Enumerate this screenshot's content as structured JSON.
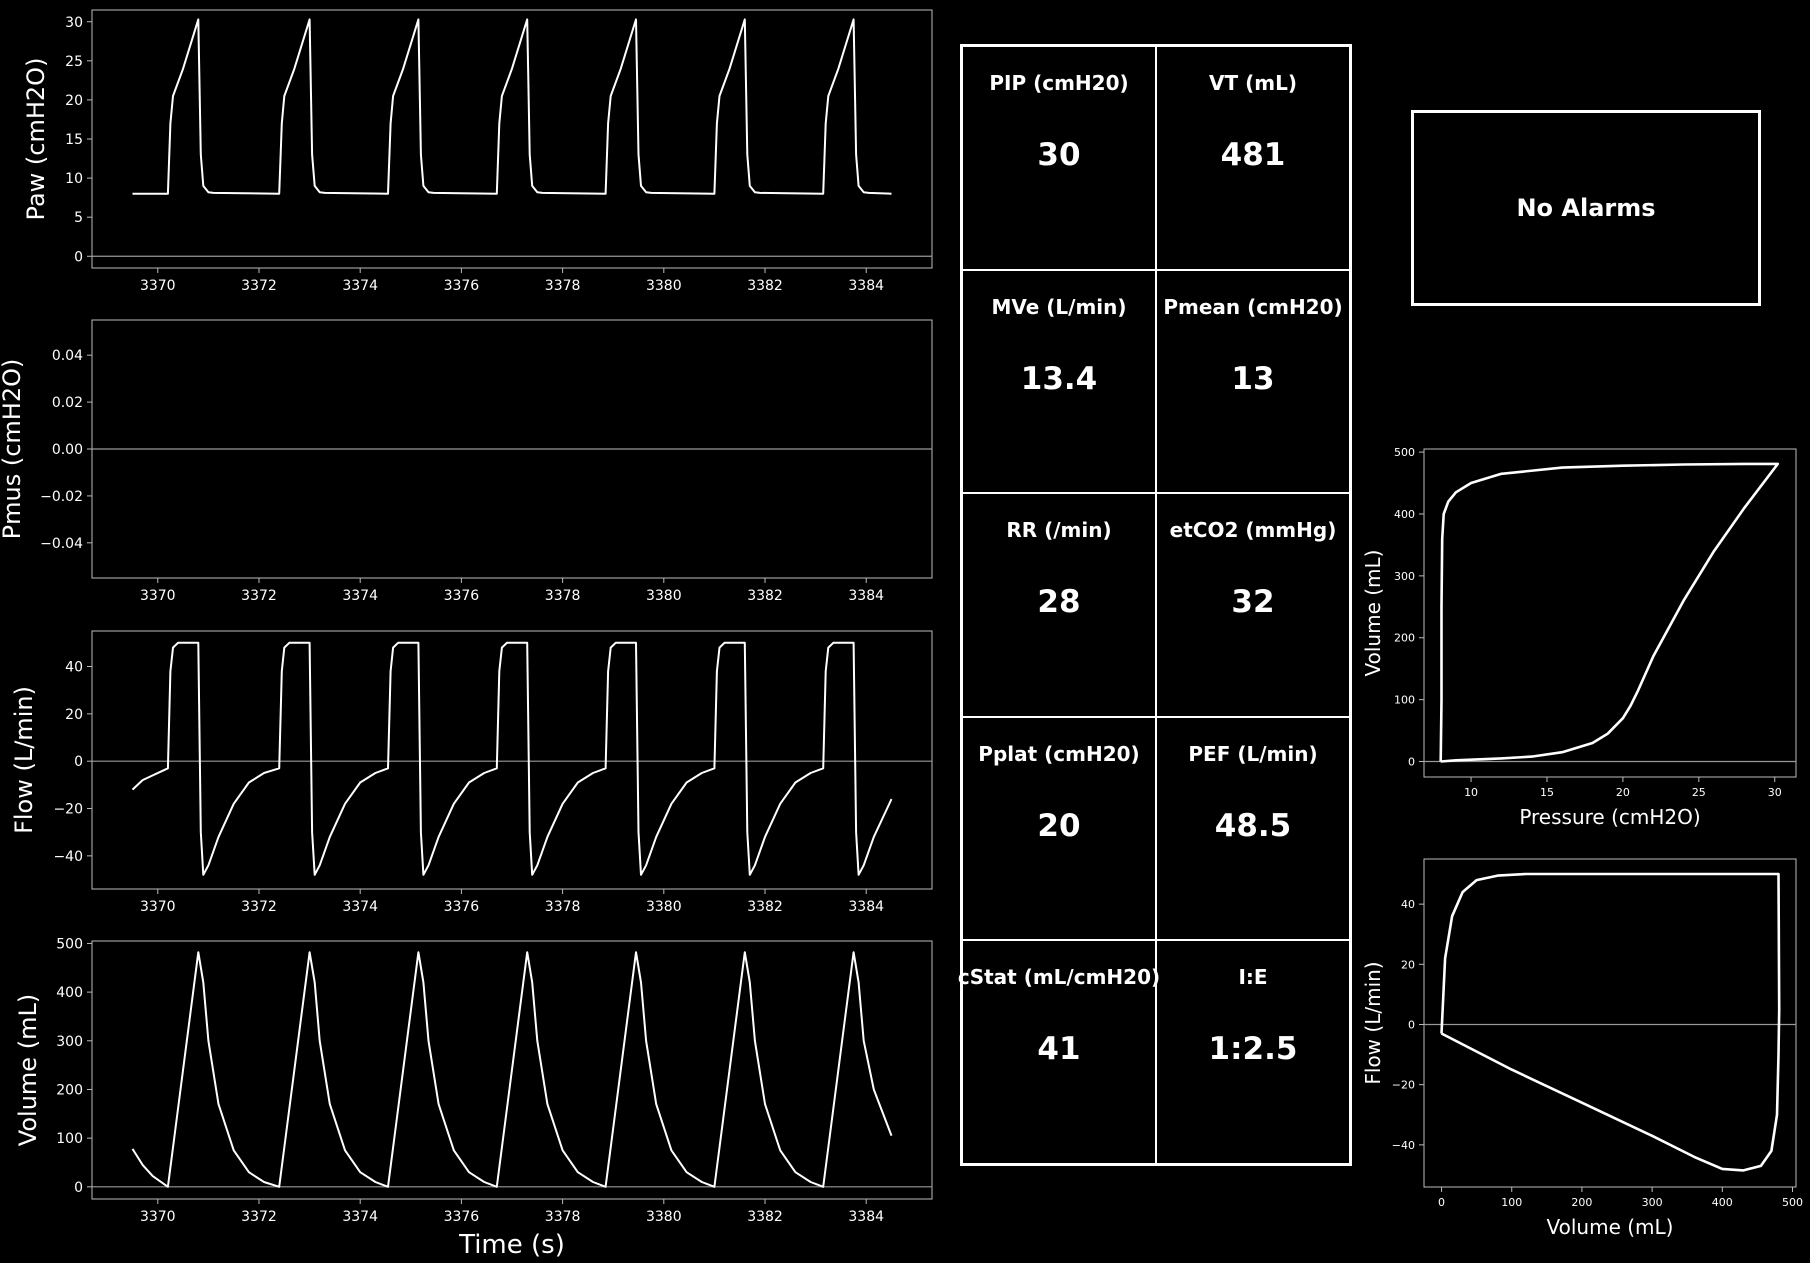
{
  "colors": {
    "background": "#000000",
    "foreground": "#ffffff",
    "axis": "#bbbbbb"
  },
  "alarm": {
    "text": "No Alarms"
  },
  "metrics": [
    {
      "label": "PIP (cmH20)",
      "value": "30"
    },
    {
      "label": "VT (mL)",
      "value": "481"
    },
    {
      "label": "MVe (L/min)",
      "value": "13.4"
    },
    {
      "label": "Pmean (cmH20)",
      "value": "13"
    },
    {
      "label": "RR (/min)",
      "value": "28"
    },
    {
      "label": "etCO2 (mmHg)",
      "value": "32"
    },
    {
      "label": "Pplat (cmH20)",
      "value": "20"
    },
    {
      "label": "PEF (L/min)",
      "value": "48.5"
    },
    {
      "label": "cStat (mL/cmH20)",
      "value": "41"
    },
    {
      "label": "I:E",
      "value": "1:2.5"
    }
  ],
  "chart_data": [
    {
      "id": "paw",
      "type": "line",
      "ylabel": "Paw (cmH2O)",
      "xlabel": "",
      "xlim": [
        3368.7,
        3385.3
      ],
      "ylim": [
        -1.5,
        31.5
      ],
      "xticks": [
        3370,
        3372,
        3374,
        3376,
        3378,
        3380,
        3382,
        3384
      ],
      "yticks": [
        0,
        5,
        10,
        15,
        20,
        25,
        30
      ],
      "zero_line": true,
      "x": [
        3369.5,
        3370.2,
        3370.25,
        3370.3,
        3370.5,
        3370.8,
        3370.85,
        3370.9,
        3371.0,
        3371.1,
        3372.4,
        3372.45,
        3372.5,
        3372.7,
        3373.0,
        3373.05,
        3373.1,
        3373.2,
        3373.3,
        3374.55,
        3374.6,
        3374.65,
        3374.85,
        3375.15,
        3375.2,
        3375.25,
        3375.35,
        3375.45,
        3376.7,
        3376.75,
        3376.8,
        3377.0,
        3377.3,
        3377.35,
        3377.4,
        3377.5,
        3377.6,
        3378.85,
        3378.9,
        3378.95,
        3379.15,
        3379.45,
        3379.5,
        3379.55,
        3379.65,
        3379.75,
        3381.0,
        3381.05,
        3381.1,
        3381.3,
        3381.6,
        3381.65,
        3381.7,
        3381.8,
        3381.9,
        3383.15,
        3383.2,
        3383.25,
        3383.45,
        3383.75,
        3383.8,
        3383.85,
        3383.95,
        3384.05,
        3384.5
      ],
      "y": [
        8,
        8,
        17,
        20.5,
        24,
        30.3,
        13,
        9,
        8.2,
        8.1,
        8,
        17,
        20.5,
        24,
        30.3,
        13,
        9,
        8.2,
        8.1,
        8,
        17,
        20.5,
        24,
        30.3,
        13,
        9,
        8.2,
        8.1,
        8,
        17,
        20.5,
        24,
        30.3,
        13,
        9,
        8.2,
        8.1,
        8,
        17,
        20.5,
        24,
        30.3,
        13,
        9,
        8.2,
        8.1,
        8,
        17,
        20.5,
        24,
        30.3,
        13,
        9,
        8.2,
        8.1,
        8,
        17,
        20.5,
        24,
        30.3,
        13,
        9,
        8.2,
        8.1,
        8
      ]
    },
    {
      "id": "pmus",
      "type": "line",
      "ylabel": "Pmus (cmH2O)",
      "xlabel": "",
      "xlim": [
        3368.7,
        3385.3
      ],
      "ylim": [
        -0.055,
        0.055
      ],
      "xticks": [
        3370,
        3372,
        3374,
        3376,
        3378,
        3380,
        3382,
        3384
      ],
      "yticks": [
        -0.04,
        -0.02,
        0.0,
        0.02,
        0.04
      ],
      "ytick_labels": [
        "−0.04",
        "−0.02",
        "0.00",
        "0.02",
        "0.04"
      ],
      "zero_line": true,
      "x": [],
      "y": []
    },
    {
      "id": "flow",
      "type": "line",
      "ylabel": "Flow (L/min)",
      "xlabel": "",
      "xlim": [
        3368.7,
        3385.3
      ],
      "ylim": [
        -54,
        55
      ],
      "xticks": [
        3370,
        3372,
        3374,
        3376,
        3378,
        3380,
        3382,
        3384
      ],
      "yticks": [
        -40,
        -20,
        0,
        20,
        40
      ],
      "ytick_labels": [
        "−40",
        "−20",
        "0",
        "20",
        "40"
      ],
      "zero_line": true,
      "x": [
        3369.5,
        3369.7,
        3369.9,
        3370.2,
        3370.25,
        3370.3,
        3370.4,
        3370.8,
        3370.85,
        3370.9,
        3371.0,
        3371.2,
        3371.5,
        3371.8,
        3372.1,
        3372.4,
        3372.45,
        3372.5,
        3372.6,
        3373.0,
        3373.05,
        3373.1,
        3373.2,
        3373.4,
        3373.7,
        3374.0,
        3374.3,
        3374.55,
        3374.6,
        3374.65,
        3374.75,
        3375.15,
        3375.2,
        3375.25,
        3375.35,
        3375.55,
        3375.85,
        3376.15,
        3376.45,
        3376.7,
        3376.75,
        3376.8,
        3376.9,
        3377.3,
        3377.35,
        3377.4,
        3377.5,
        3377.7,
        3378.0,
        3378.3,
        3378.6,
        3378.85,
        3378.9,
        3378.95,
        3379.05,
        3379.45,
        3379.5,
        3379.55,
        3379.65,
        3379.85,
        3380.15,
        3380.45,
        3380.75,
        3381.0,
        3381.05,
        3381.1,
        3381.2,
        3381.6,
        3381.65,
        3381.7,
        3381.8,
        3382.0,
        3382.3,
        3382.6,
        3382.9,
        3383.15,
        3383.2,
        3383.25,
        3383.35,
        3383.75,
        3383.8,
        3383.85,
        3383.95,
        3384.15,
        3384.5
      ],
      "y": [
        -12,
        -8,
        -6,
        -3,
        38,
        48,
        50,
        50,
        -30,
        -48,
        -44,
        -32,
        -18,
        -9,
        -5,
        -3,
        38,
        48,
        50,
        50,
        -30,
        -48,
        -44,
        -32,
        -18,
        -9,
        -5,
        -3,
        38,
        48,
        50,
        50,
        -30,
        -48,
        -44,
        -32,
        -18,
        -9,
        -5,
        -3,
        38,
        48,
        50,
        50,
        -30,
        -48,
        -44,
        -32,
        -18,
        -9,
        -5,
        -3,
        38,
        48,
        50,
        50,
        -30,
        -48,
        -44,
        -32,
        -18,
        -9,
        -5,
        -3,
        38,
        48,
        50,
        50,
        -30,
        -48,
        -44,
        -32,
        -18,
        -9,
        -5,
        -3,
        38,
        48,
        50,
        50,
        -30,
        -48,
        -44,
        -32,
        -16
      ]
    },
    {
      "id": "volume",
      "type": "line",
      "ylabel": "Volume (mL)",
      "xlabel": "Time (s)",
      "xlim": [
        3368.7,
        3385.3
      ],
      "ylim": [
        -25,
        505
      ],
      "xticks": [
        3370,
        3372,
        3374,
        3376,
        3378,
        3380,
        3382,
        3384
      ],
      "yticks": [
        0,
        100,
        200,
        300,
        400,
        500
      ],
      "zero_line": true,
      "x": [
        3369.5,
        3369.7,
        3369.9,
        3370.2,
        3370.8,
        3370.9,
        3371.0,
        3371.2,
        3371.5,
        3371.8,
        3372.1,
        3372.4,
        3373.0,
        3373.1,
        3373.2,
        3373.4,
        3373.7,
        3374.0,
        3374.3,
        3374.55,
        3375.15,
        3375.25,
        3375.35,
        3375.55,
        3375.85,
        3376.15,
        3376.45,
        3376.7,
        3377.3,
        3377.4,
        3377.5,
        3377.7,
        3378.0,
        3378.3,
        3378.6,
        3378.85,
        3379.45,
        3379.55,
        3379.65,
        3379.85,
        3380.15,
        3380.45,
        3380.75,
        3381.0,
        3381.6,
        3381.7,
        3381.8,
        3382.0,
        3382.3,
        3382.6,
        3382.9,
        3383.15,
        3383.75,
        3383.85,
        3383.95,
        3384.15,
        3384.5
      ],
      "y": [
        78,
        45,
        22,
        0,
        482,
        420,
        300,
        170,
        75,
        30,
        10,
        0,
        482,
        420,
        300,
        170,
        75,
        30,
        10,
        0,
        482,
        420,
        300,
        170,
        75,
        30,
        10,
        0,
        482,
        420,
        300,
        170,
        75,
        30,
        10,
        0,
        482,
        420,
        300,
        170,
        75,
        30,
        10,
        0,
        482,
        420,
        300,
        170,
        75,
        30,
        10,
        0,
        482,
        420,
        300,
        200,
        105
      ]
    },
    {
      "id": "pv-loop",
      "type": "line",
      "ylabel": "Volume (mL)",
      "xlabel": "Pressure (cmH2O)",
      "xlim": [
        6.9,
        31.4
      ],
      "ylim": [
        -25,
        505
      ],
      "xticks": [
        10,
        15,
        20,
        25,
        30
      ],
      "yticks": [
        0,
        100,
        200,
        300,
        400,
        500
      ],
      "zero_line": true,
      "x": [
        8,
        9,
        12,
        14,
        16,
        18,
        19,
        20,
        20.5,
        21,
        22,
        24,
        26,
        28,
        30.2,
        28,
        24,
        20,
        16,
        12,
        10,
        9,
        8.5,
        8.2,
        8.1,
        8.05,
        8.05,
        8
      ],
      "y": [
        0,
        2,
        5,
        8,
        15,
        30,
        45,
        70,
        90,
        115,
        170,
        260,
        340,
        410,
        481,
        481,
        480,
        478,
        475,
        465,
        450,
        435,
        420,
        400,
        360,
        250,
        100,
        0
      ]
    },
    {
      "id": "fv-loop",
      "type": "line",
      "ylabel": "Flow (L/min)",
      "xlabel": "Volume (mL)",
      "xlim": [
        -25,
        505
      ],
      "ylim": [
        -54,
        55
      ],
      "xticks": [
        0,
        100,
        200,
        300,
        400,
        500
      ],
      "yticks": [
        -40,
        -20,
        0,
        20,
        40
      ],
      "ytick_labels": [
        "−40",
        "−20",
        "0",
        "20",
        "40"
      ],
      "zero_line": true,
      "x": [
        0,
        5,
        15,
        30,
        50,
        80,
        120,
        200,
        300,
        400,
        480,
        481,
        480,
        478,
        470,
        455,
        430,
        400,
        360,
        300,
        200,
        100,
        0
      ],
      "y": [
        -3,
        22,
        36,
        44,
        48,
        49.5,
        50,
        50,
        50,
        50,
        50,
        5,
        -10,
        -30,
        -42,
        -47,
        -48.5,
        -48,
        -44,
        -37,
        -26,
        -15,
        -3
      ]
    }
  ]
}
